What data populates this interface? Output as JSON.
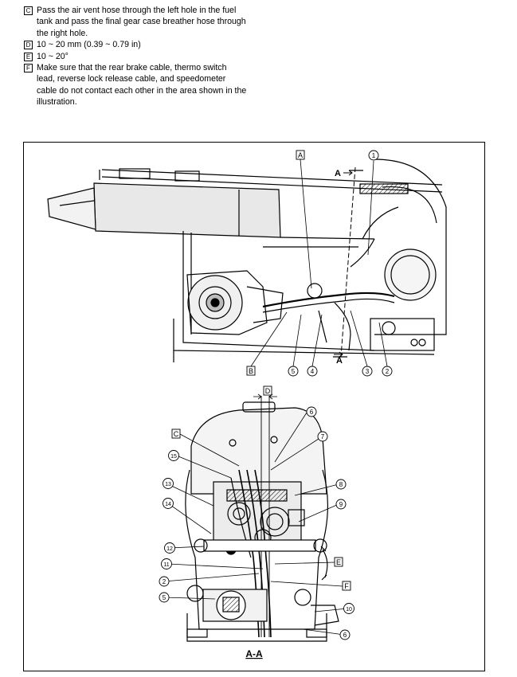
{
  "notes": [
    {
      "letter": "C",
      "text": "Pass the air vent hose through the left hole in the fuel tank and pass the final gear case breather hose through the right hole."
    },
    {
      "letter": "D",
      "text": "10 ~ 20 mm (0.39 ~ 0.79 in)"
    },
    {
      "letter": "E",
      "text": "10 ~ 20°"
    },
    {
      "letter": "F",
      "text": "Make sure that the rear brake cable, thermo switch lead, reverse lock release cable, and speedometer cable do not contact each other in the area shown in the illustration."
    }
  ],
  "callouts": {
    "top": [
      "A",
      "B",
      "A",
      "A",
      "1",
      "2",
      "3",
      "4",
      "5"
    ],
    "bottom": [
      "C",
      "D",
      "E",
      "F",
      "2",
      "5",
      "6",
      "6",
      "7",
      "8",
      "9",
      "10",
      "11",
      "12",
      "13",
      "14",
      "15"
    ]
  },
  "section_label": "A-A",
  "colors": {
    "line": "#000000",
    "background": "#ffffff",
    "shade": "#b0b0b0"
  }
}
